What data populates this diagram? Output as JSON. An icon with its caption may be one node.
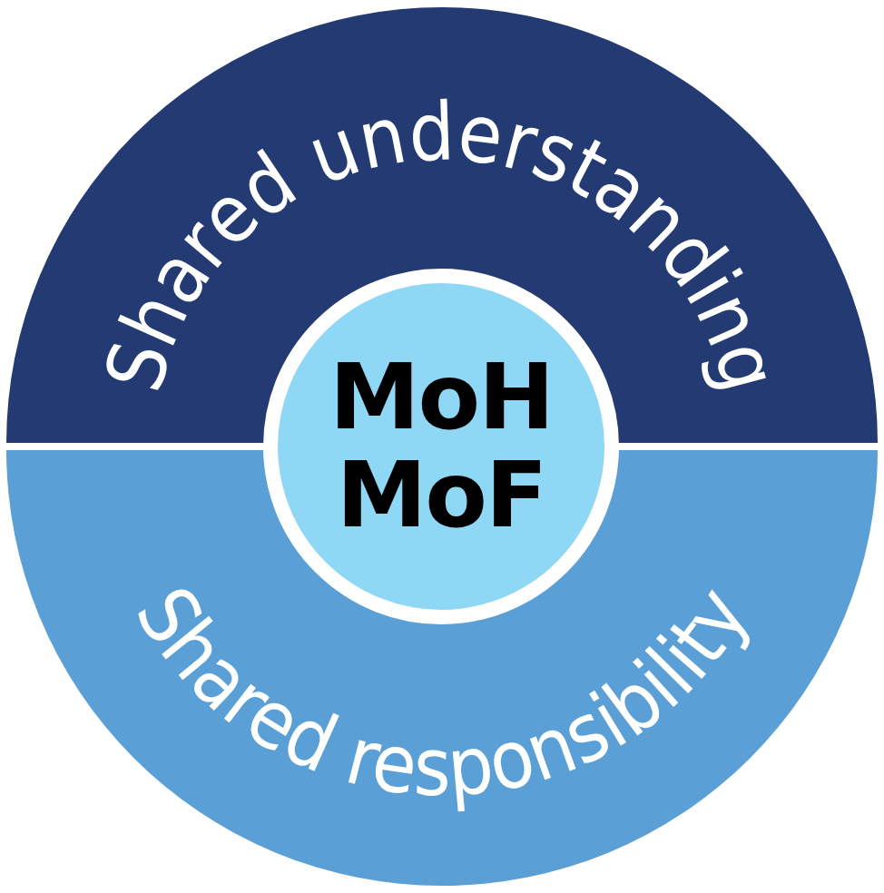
{
  "diagram": {
    "nodes": [
      {
        "text": [
          "Shared understanding"
        ]
      },
      {
        "text": [
          "Shared responsibility"
        ]
      },
      {
        "text": [
          "MoH MoF"
        ]
      }
    ]
  }
}
